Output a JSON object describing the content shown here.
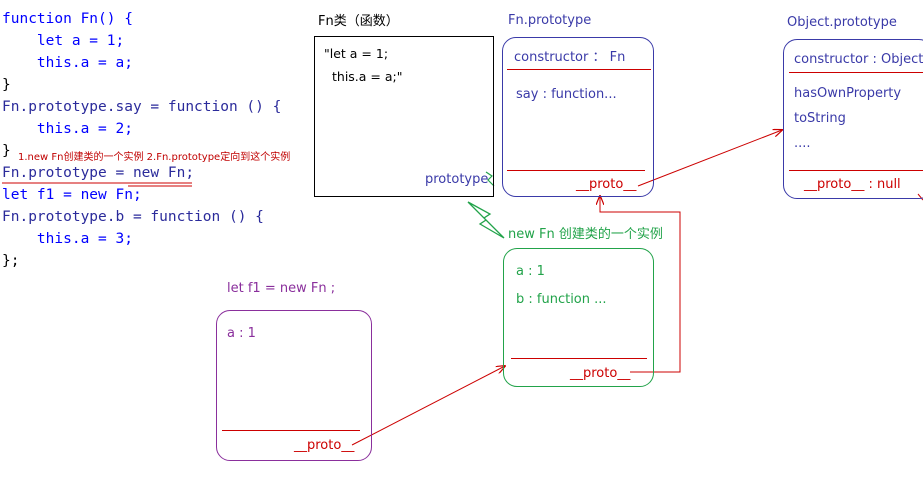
{
  "code": {
    "lines": [
      "function Fn() {",
      "    let a = 1;",
      "    this.a = a;",
      "}",
      "Fn.prototype.say = function () {",
      "    this.a = 2;",
      "}",
      "Fn.prototype = new Fn;",
      "let f1 = new Fn;",
      "Fn.prototype.b = function () {",
      "    this.a = 3;",
      "};"
    ],
    "note": "1.new Fn创建类的一个实例  2.Fn.prototype定向到这个实例"
  },
  "fn_class": {
    "title": "Fn类（函数）",
    "body_line1": "\"let a = 1;",
    "body_line2": "this.a = a;\"",
    "prototype_label": "prototype"
  },
  "fn_prototype": {
    "title": "Fn.prototype",
    "constructor": "constructor ： Fn",
    "say": "say : function...",
    "proto": "__proto__"
  },
  "object_prototype": {
    "title": "Object.prototype",
    "constructor": "constructor : Object",
    "has_own": "hasOwnProperty",
    "to_string": "toString",
    "ellipsis": "....",
    "proto": "__proto__ : null"
  },
  "new_instance": {
    "label": "new Fn 创建类的一个实例",
    "a": "a : 1",
    "b": "b : function ...",
    "proto": "__proto__"
  },
  "f1": {
    "label": "let f1 = new Fn ;",
    "a": "a : 1",
    "proto": "__proto__"
  },
  "colors": {
    "blue": "#3a3aa8",
    "red": "#cc0000",
    "green": "#22a34a",
    "purple": "#8a2f9c",
    "black": "#000000"
  }
}
